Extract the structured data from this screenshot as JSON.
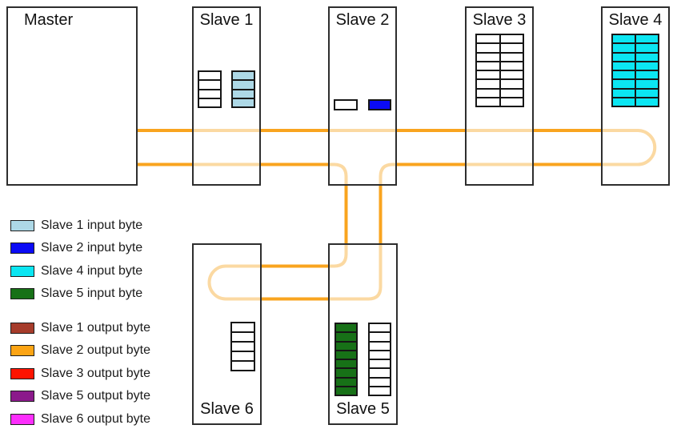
{
  "boxes": {
    "master": {
      "label": "Master"
    },
    "slave1": {
      "label": "Slave 1"
    },
    "slave2": {
      "label": "Slave 2"
    },
    "slave3": {
      "label": "Slave 3"
    },
    "slave4": {
      "label": "Slave 4"
    },
    "slave5": {
      "label": "Slave 5"
    },
    "slave6": {
      "label": "Slave 6"
    }
  },
  "legend": {
    "items": [
      {
        "label": "Slave 1 input byte",
        "color": "#ADD8E6",
        "group": "input"
      },
      {
        "label": "Slave 2 input byte",
        "color": "#0B0BF5",
        "group": "input"
      },
      {
        "label": "Slave 4 input byte",
        "color": "#0BE6F2",
        "group": "input"
      },
      {
        "label": "Slave 5 input byte",
        "color": "#177117",
        "group": "input"
      },
      {
        "label": "Slave 1 output byte",
        "color": "#A63C2B",
        "group": "output"
      },
      {
        "label": "Slave 2 output byte",
        "color": "#FCA414",
        "group": "output"
      },
      {
        "label": "Slave 3 output byte",
        "color": "#FD1400",
        "group": "output"
      },
      {
        "label": "Slave 5 output byte",
        "color": "#8B1A8B",
        "group": "output"
      },
      {
        "label": "Slave 6 output byte",
        "color": "#FC2EFC",
        "group": "output"
      }
    ]
  },
  "tables": {
    "slave1_out": {
      "rows": 4,
      "cols": 1,
      "fill": "#FFFFFF"
    },
    "slave1_in": {
      "rows": 4,
      "cols": 1,
      "fill": "#ADD8E6"
    },
    "slave2_out": {
      "rows": 1,
      "cols": 1,
      "fill": "#FFFFFF"
    },
    "slave2_in": {
      "rows": 1,
      "cols": 1,
      "fill": "#0B0BF5"
    },
    "slave3": {
      "rows": 8,
      "cols": 2,
      "fill": "#FFFFFF"
    },
    "slave4": {
      "rows": 8,
      "cols": 2,
      "fill": "#0BE6F2"
    },
    "slave5_in": {
      "rows": 8,
      "cols": 1,
      "fill": "#177117"
    },
    "slave5_out": {
      "rows": 8,
      "cols": 1,
      "fill": "#FFFFFF"
    },
    "slave6": {
      "rows": 5,
      "cols": 1,
      "fill": "#FFFFFF"
    }
  },
  "colors": {
    "bus_dark": "#F9A41F",
    "bus_light": "#FBD9A2",
    "text": "#111111"
  }
}
